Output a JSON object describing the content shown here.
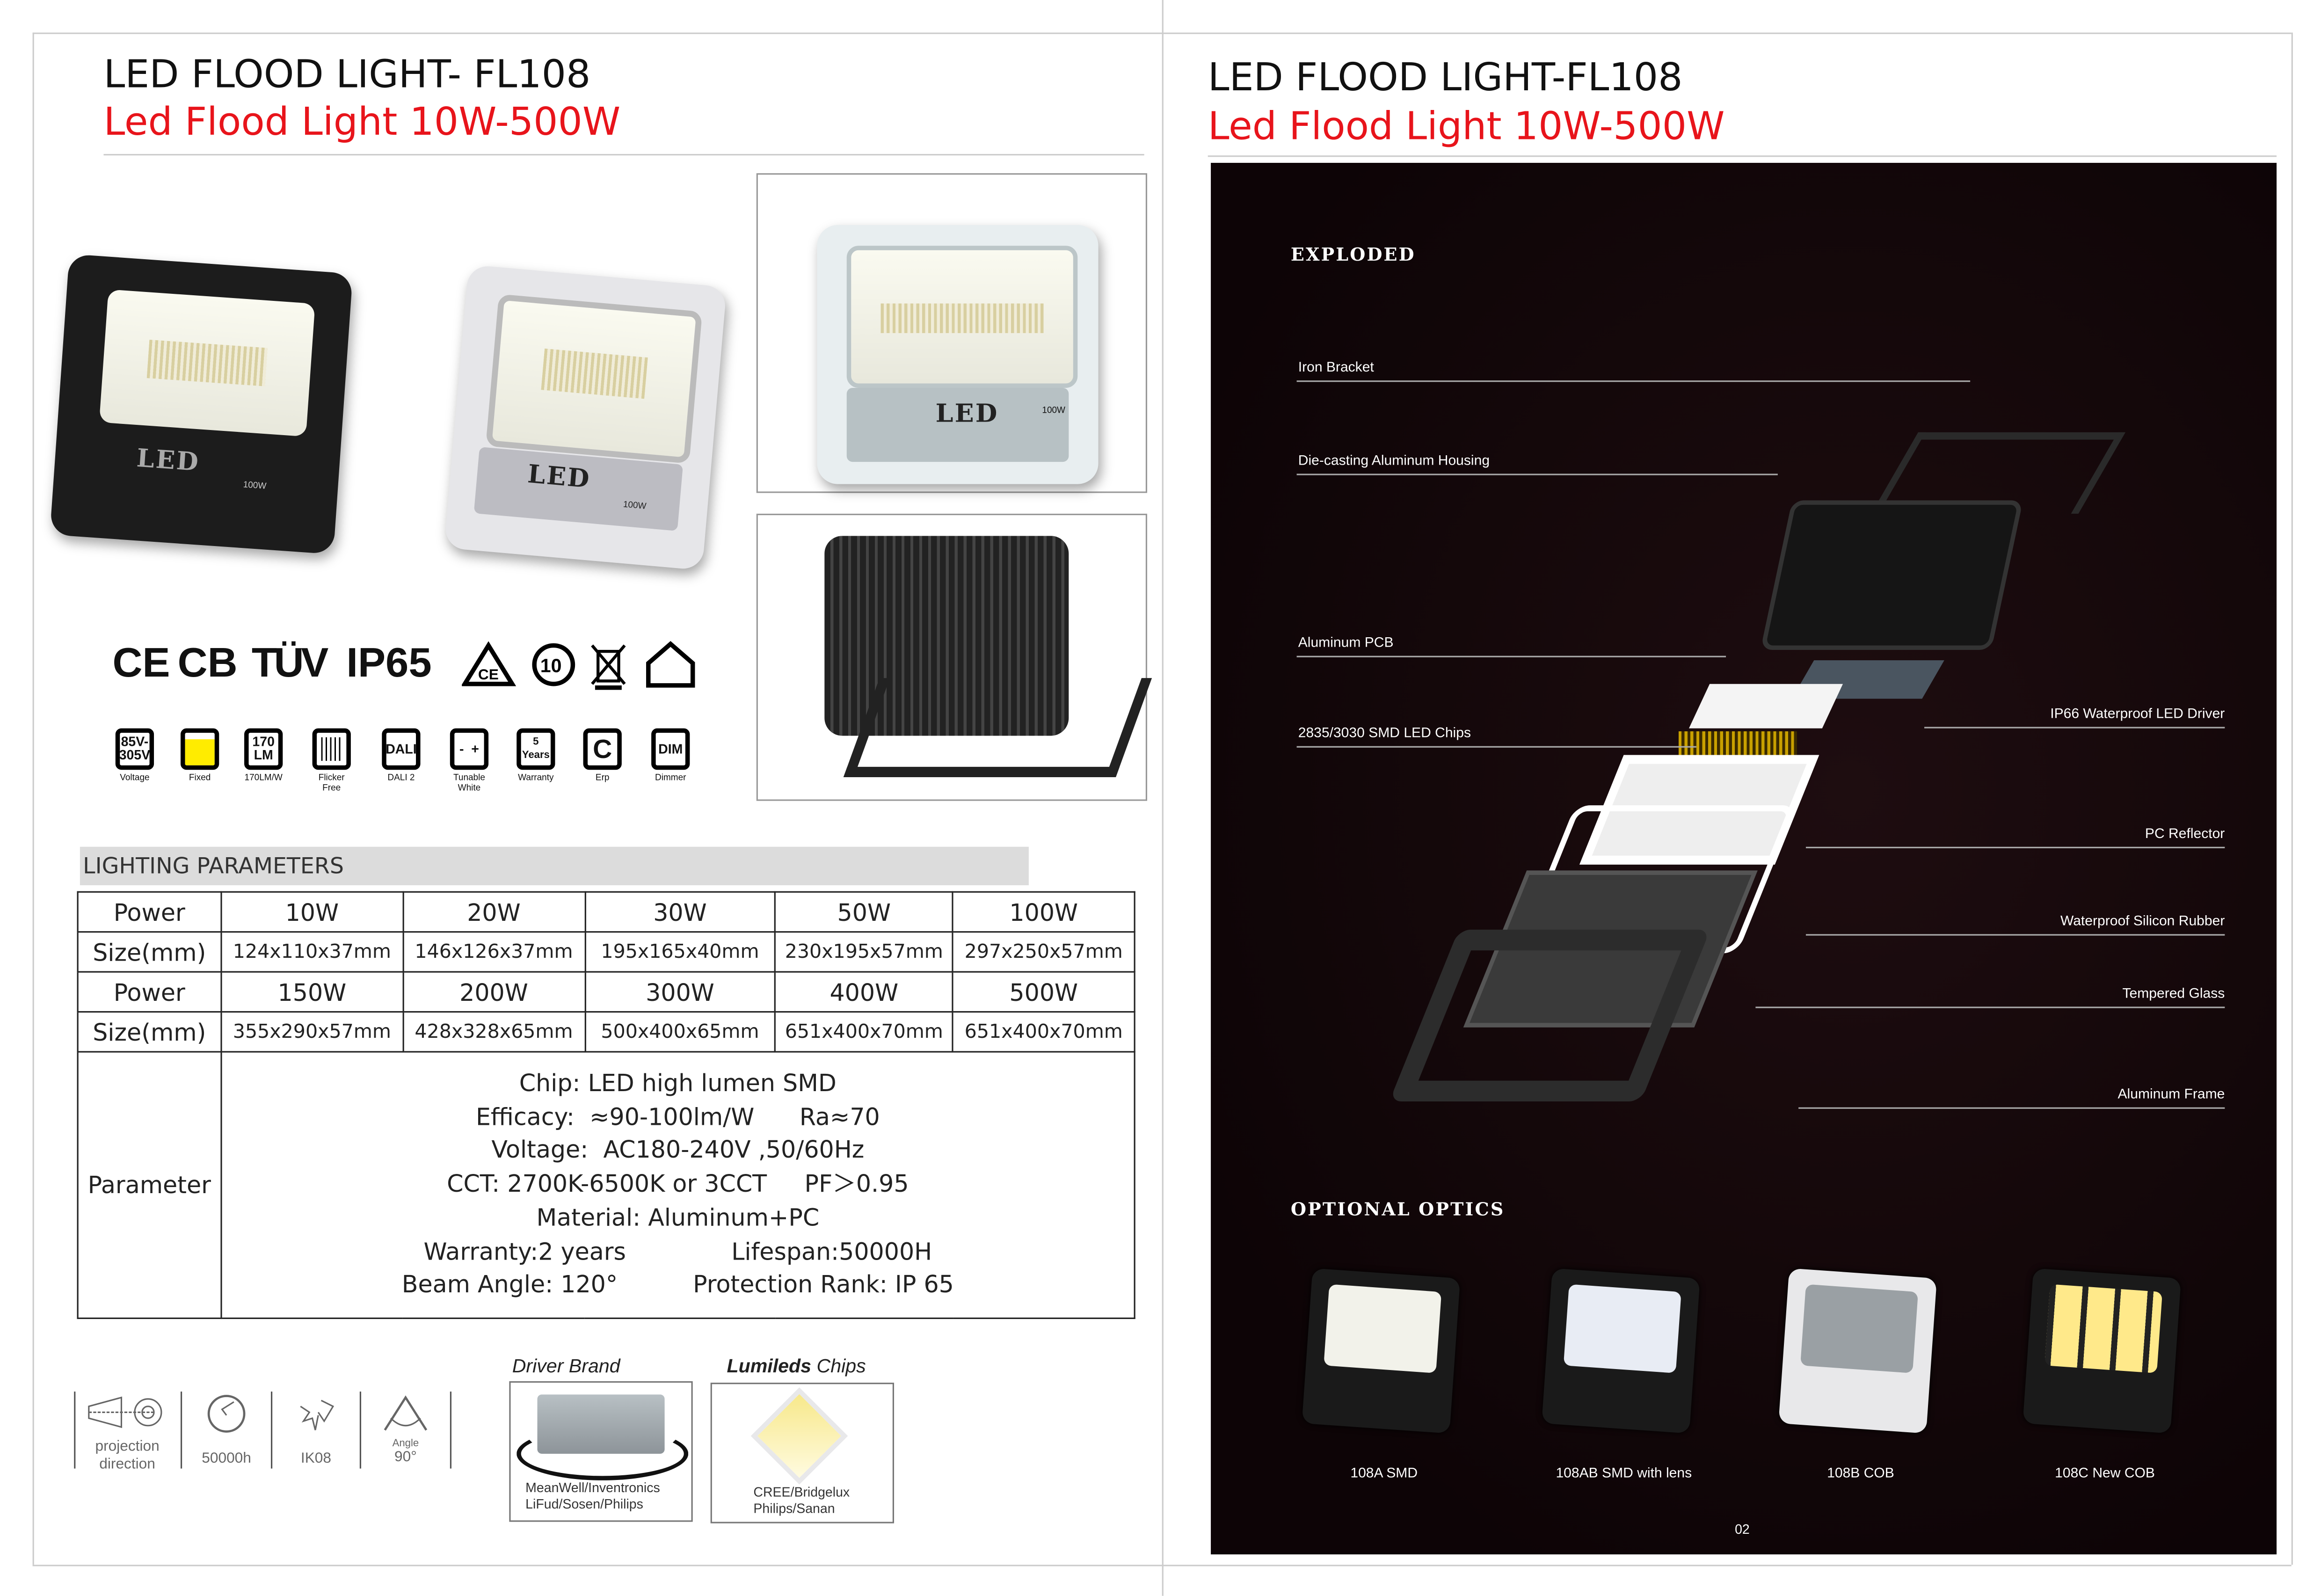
{
  "left_page": {
    "title": "LED FLOOD LIGHT- FL108",
    "subtitle": "Led Flood Light 10W-500W",
    "product_badges": {
      "logo": "LED",
      "wattage": "100W"
    },
    "certifications": [
      "CE",
      "CB",
      "TÜV",
      "IP65"
    ],
    "cert_icons": [
      "triangle-ce-icon",
      "10-years-icon",
      "weee-bin-icon",
      "indoor-house-icon"
    ],
    "feature_icons": [
      {
        "icon": "85V-\n305V",
        "label": "Voltage"
      },
      {
        "icon": "",
        "label": "Fixed"
      },
      {
        "icon": "170\nLM",
        "label": "170LM/W"
      },
      {
        "icon": "",
        "label": "Flicker\nFree"
      },
      {
        "icon": "DALI",
        "label": "DALI 2"
      },
      {
        "icon": "-  +",
        "label": "Tunable\nWhite"
      },
      {
        "icon": "5\nYears",
        "label": "Warranty"
      },
      {
        "icon": "C",
        "label": "Erp"
      },
      {
        "icon": "DIM",
        "label": "Dimmer"
      }
    ],
    "section_title": "LIGHTING PARAMETERS",
    "table": {
      "rows": [
        [
          "Power",
          "10W",
          "20W",
          "30W",
          "50W",
          "100W"
        ],
        [
          "Size(mm)",
          "124x110x37mm",
          "146x126x37mm",
          "195x165x40mm",
          "230x195x57mm",
          "297x250x57mm"
        ],
        [
          "Power",
          "150W",
          "200W",
          "300W",
          "400W",
          "500W"
        ],
        [
          "Size(mm)",
          "355x290x57mm",
          "428x328x65mm",
          "500x400x65mm",
          "651x400x70mm",
          "651x400x70mm"
        ]
      ],
      "parameter_label": "Parameter",
      "parameter_lines": [
        "Chip: LED high lumen SMD",
        "Efficacy:  ≈90-100lm/W      Ra≈70",
        "Voltage:  AC180-240V ,50/60Hz",
        "CCT: 2700K-6500K or 3CCT     PF＞0.95",
        "Material: Aluminum+PC",
        "Warranty:2 years              Lifespan:50000H",
        "Beam Angle: 120°          Protection Rank: IP 65"
      ]
    },
    "bottom_icons": [
      {
        "label": "projection\ndirection"
      },
      {
        "label": "50000h"
      },
      {
        "label": "IK08"
      },
      {
        "top": "Angle",
        "label": "90°"
      }
    ],
    "driver": {
      "title": "Driver Brand",
      "text": "MeanWell/Inventronics\nLiFud/Sosen/Philips"
    },
    "chips": {
      "title_bold": "Lumileds",
      "title_rest": " Chips",
      "text": "CREE/Bridgelux\nPhilips/Sanan"
    }
  },
  "right_page": {
    "title": "LED FLOOD LIGHT-FL108",
    "subtitle": "Led Flood Light 10W-500W",
    "exploded_heading": "EXPLODED",
    "exploded_left": [
      "Iron Bracket",
      "Die-casting Aluminum Housing",
      "Aluminum PCB",
      "2835/3030 SMD LED Chips"
    ],
    "exploded_right": [
      "IP66 Waterproof LED Driver",
      "PC Reflector",
      "Waterproof Silicon Rubber",
      "Tempered Glass",
      "Aluminum Frame"
    ],
    "optics_heading": "OPTIONAL OPTICS",
    "optics": [
      "108A SMD",
      "108AB SMD with lens",
      "108B COB",
      "108C New COB"
    ],
    "page_number": "02"
  },
  "colors": {
    "accent_red": "#e8141b",
    "dark_panel": "#120507"
  }
}
